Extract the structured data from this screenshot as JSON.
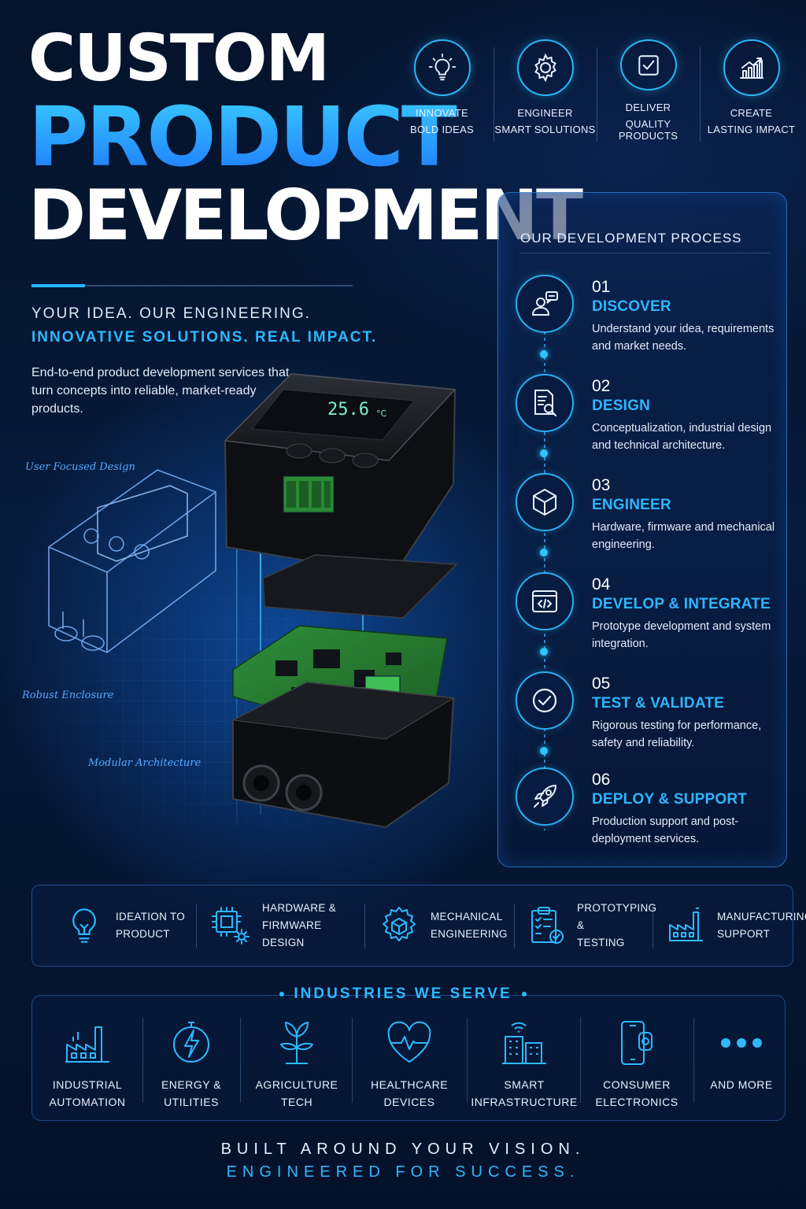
{
  "title": {
    "line1": "CUSTOM",
    "line2": "PRODUCT",
    "line3": "DEVELOPMENT"
  },
  "tagline": {
    "line1": "YOUR IDEA. OUR ENGINEERING.",
    "line2": "INNOVATIVE SOLUTIONS. REAL IMPACT."
  },
  "intro": "End-to-end product development services that turn concepts into reliable, market-ready products.",
  "values": [
    {
      "icon": "lightbulb-icon",
      "line1": "INNOVATE",
      "line2": "BOLD IDEAS"
    },
    {
      "icon": "gear-icon",
      "line1": "ENGINEER",
      "line2": "SMART SOLUTIONS"
    },
    {
      "icon": "checkbox-icon",
      "line1": "DELIVER",
      "line2": "QUALITY PRODUCTS"
    },
    {
      "icon": "growth-chart-icon",
      "line1": "CREATE",
      "line2": "LASTING IMPACT"
    }
  ],
  "process": {
    "title": "OUR DEVELOPMENT PROCESS",
    "steps": [
      {
        "num": "01",
        "name": "DISCOVER",
        "desc": "Understand your idea, requirements and market needs.",
        "icon": "users-chat-icon"
      },
      {
        "num": "02",
        "name": "DESIGN",
        "desc": "Conceptualization, industrial design and technical architecture.",
        "icon": "document-search-icon"
      },
      {
        "num": "03",
        "name": "ENGINEER",
        "desc": "Hardware, firmware and mechanical engineering.",
        "icon": "cube-icon"
      },
      {
        "num": "04",
        "name": "DEVELOP & INTEGRATE",
        "desc": "Prototype development and system integration.",
        "icon": "code-window-icon"
      },
      {
        "num": "05",
        "name": "TEST & VALIDATE",
        "desc": "Rigorous testing for performance, safety and reliability.",
        "icon": "check-circle-icon"
      },
      {
        "num": "06",
        "name": "DEPLOY & SUPPORT",
        "desc": "Production support and post-deployment services.",
        "icon": "rocket-icon"
      }
    ]
  },
  "device": {
    "display": "25.6",
    "unit": "°C",
    "annotations": {
      "a1": "User Focused Design",
      "a2": "Robust Enclosure",
      "a3": "Modular Architecture"
    }
  },
  "capabilities": [
    {
      "icon": "lightbulb-icon",
      "line1": "IDEATION TO",
      "line2": "PRODUCT"
    },
    {
      "icon": "chip-gear-icon",
      "line1": "HARDWARE &",
      "line2": "FIRMWARE DESIGN"
    },
    {
      "icon": "gear-cube-icon",
      "line1": "MECHANICAL",
      "line2": "ENGINEERING"
    },
    {
      "icon": "clipboard-check-icon",
      "line1": "PROTOTYPING &",
      "line2": "TESTING"
    },
    {
      "icon": "factory-icon",
      "line1": "MANUFACTURING",
      "line2": "SUPPORT"
    }
  ],
  "industries": {
    "title": "INDUSTRIES WE SERVE",
    "items": [
      {
        "icon": "factory-icon",
        "line1": "INDUSTRIAL",
        "line2": "AUTOMATION"
      },
      {
        "icon": "energy-bolt-icon",
        "line1": "ENERGY &",
        "line2": "UTILITIES"
      },
      {
        "icon": "plant-icon",
        "line1": "AGRICULTURE",
        "line2": "TECH"
      },
      {
        "icon": "heart-pulse-icon",
        "line1": "HEALTHCARE",
        "line2": "DEVICES"
      },
      {
        "icon": "smart-building-icon",
        "line1": "SMART",
        "line2": "INFRASTRUCTURE"
      },
      {
        "icon": "smartphone-icon",
        "line1": "CONSUMER",
        "line2": "ELECTRONICS"
      },
      {
        "icon": "more-dots-icon",
        "line1": "AND MORE",
        "line2": ""
      }
    ]
  },
  "footer": {
    "line1": "BUILT AROUND YOUR VISION.",
    "line2": "ENGINEERED FOR SUCCESS."
  }
}
